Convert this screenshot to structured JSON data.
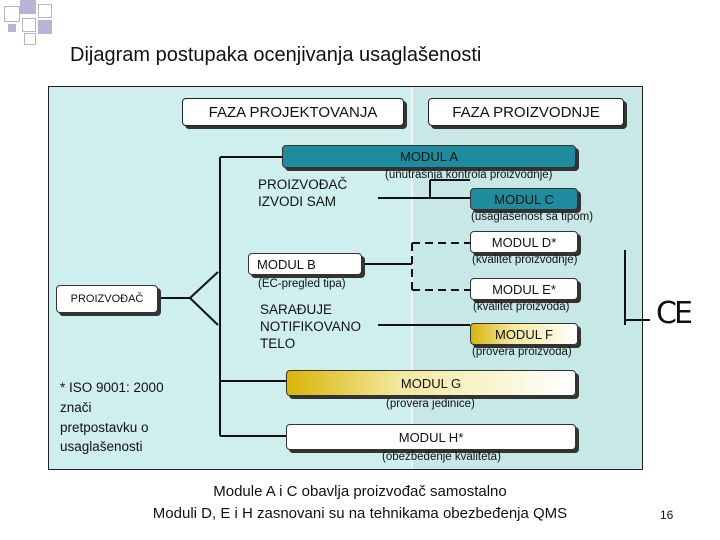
{
  "title": "Dijagram postupaka ocenjivanja usaglašenosti",
  "phases": {
    "design": "FAZA PROJEKTOVANJA",
    "production": "FAZA PROIZVODNJE"
  },
  "manufacturer_self": [
    "PROIZVOĐAČ",
    "IZVODI SAM"
  ],
  "manufacturer": "PROIZVOĐAČ",
  "notified_body": [
    "SARAĐUJE",
    "NOTIFIKOVANO",
    "TELO"
  ],
  "iso_note": [
    "* ISO 9001: 2000",
    "znači",
    "pretpostavku o",
    "usaglašenosti"
  ],
  "modules": {
    "A": {
      "label": "MODUL  A",
      "desc": "(unutrašnja kontrola proizvodnje)"
    },
    "B": {
      "label": "MODUL  B",
      "desc": "(EC-pregled tipa)"
    },
    "C": {
      "label": "MODUL  C",
      "desc": "(usaglašenost sa tipom)"
    },
    "D": {
      "label": "MODUL  D*",
      "desc": "(kvalitet proizvodnje)"
    },
    "E": {
      "label": "MODUL  E*",
      "desc": "(kvalitet proizvoda)"
    },
    "F": {
      "label": "MODUL  F",
      "desc": "(provera proizvoda)"
    },
    "G": {
      "label": "MODUL  G",
      "desc": "(provera jedinice)"
    },
    "H": {
      "label": "MODUL  H*",
      "desc": "(obezbeđenje kvaliteta)"
    }
  },
  "ce_mark": "CE",
  "footer": [
    "Module A i C obavlja proizvođač samostalno",
    "Moduli D, E i H zasnovani su na tehnikama obezbeđenja QMS"
  ],
  "page_number": "16",
  "colors": {
    "teal_module": "#1e8b9f",
    "gold_gradient": "#d9b40a",
    "panel_left": "#cfeeee",
    "panel_right": "#c8e8e8",
    "deco_squares": "#b9b4d6"
  }
}
